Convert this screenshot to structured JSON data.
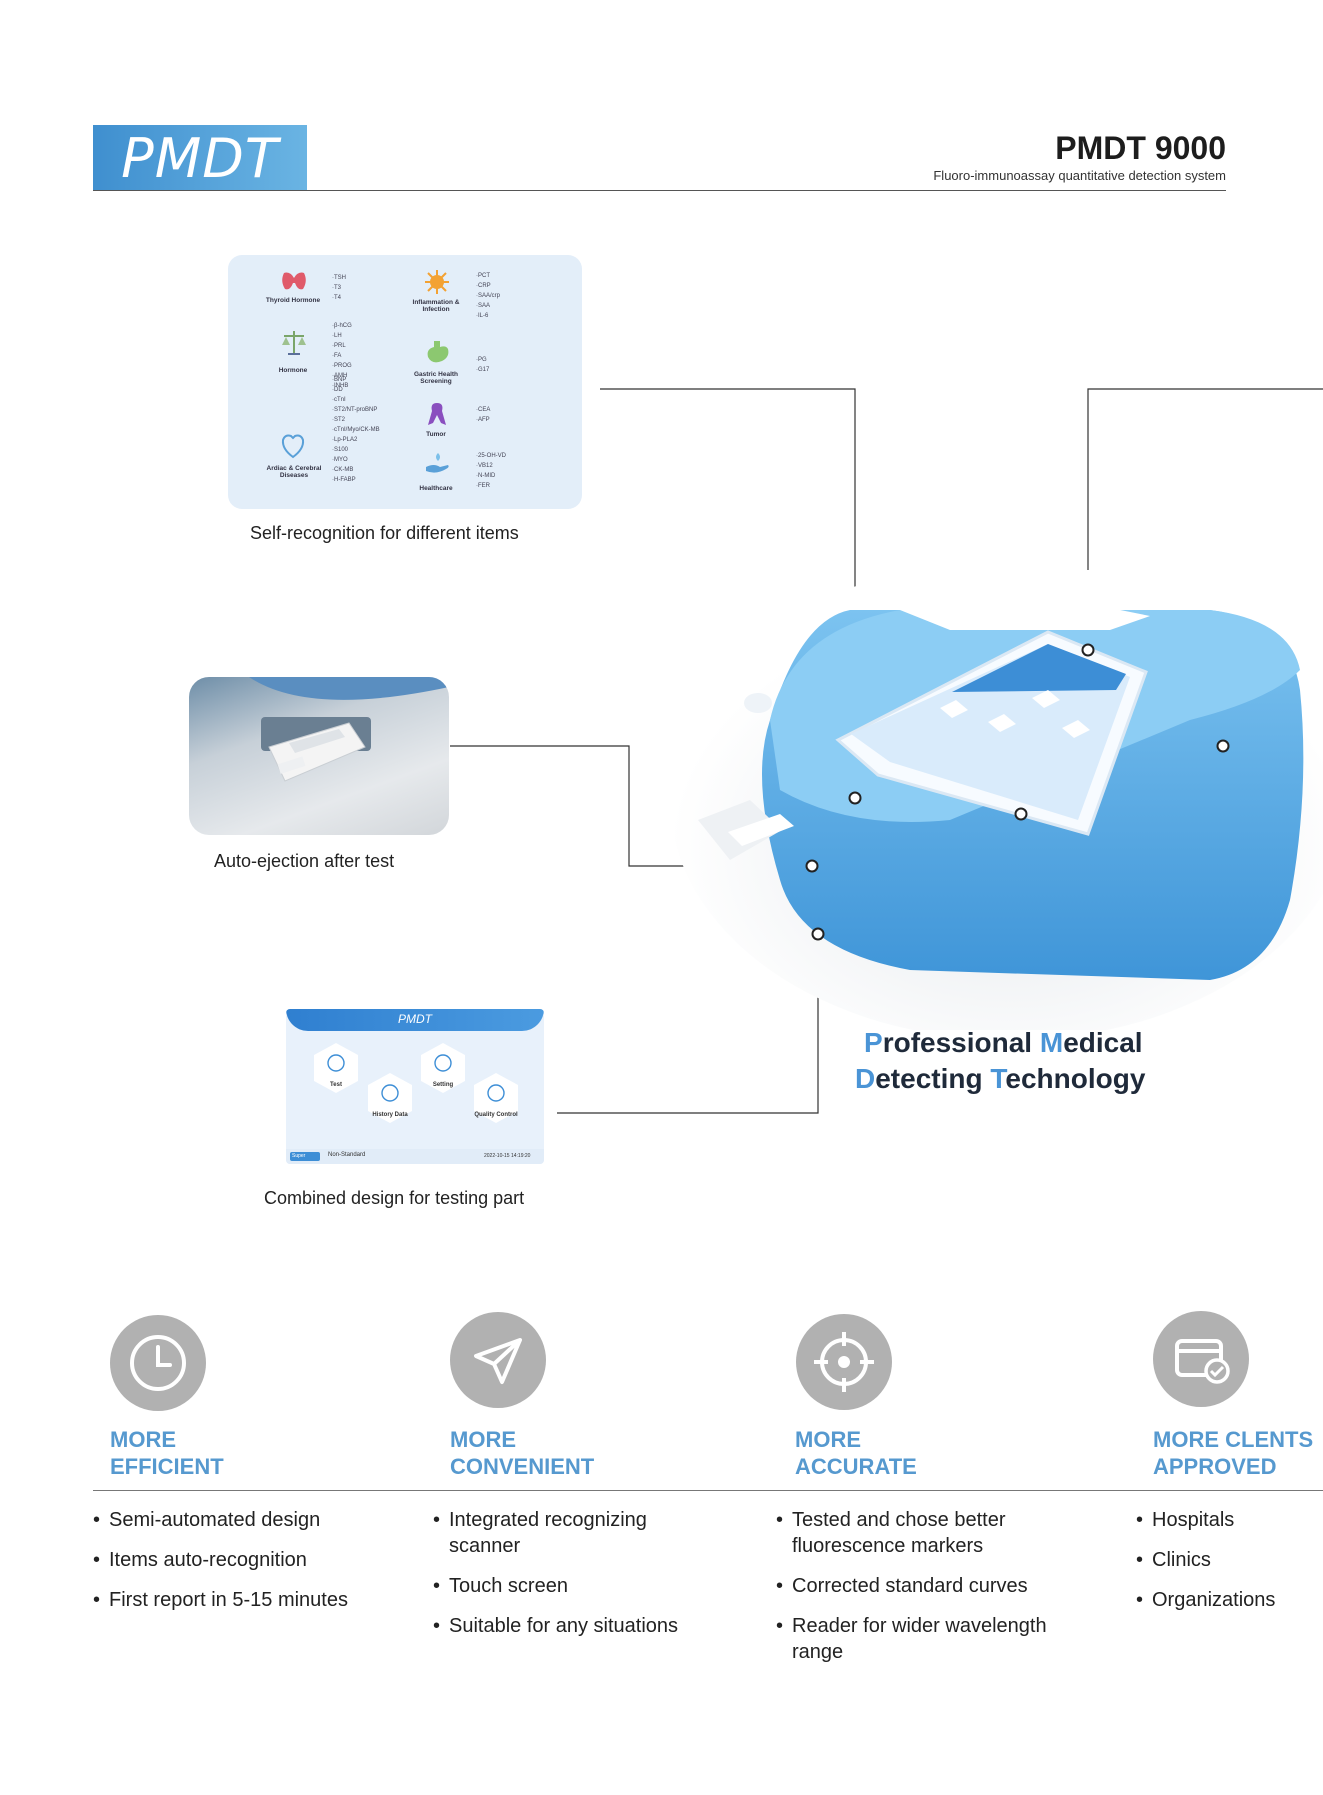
{
  "header": {
    "logo_text": "PMDT",
    "model": "PMDT 9000",
    "subtitle": "Fluoro-immunoassay quantitative detection system"
  },
  "items_card": {
    "groups": [
      {
        "name": "Thyroid Hormone",
        "items": "·TSH\n·T3\n·T4"
      },
      {
        "name": "Hormone",
        "items": "·β-hCG\n·LH\n·PRL\n·FA\n·PROG\n·AMH\n·INHB"
      },
      {
        "name": "Ardiac & Cerebral Diseases",
        "items": "·BNP\n·DD\n·cTnI\n·ST2/NT-proBNP\n·ST2\n·cTnI/Myo/CK-MB\n·Lp-PLA2\n·S100\n·MYO\n·CK-MB\n·H-FABP"
      },
      {
        "name": "Inflammation & Infection",
        "items": "·PCT\n·CRP\n·SAA/crp\n·SAA\n·IL-6"
      },
      {
        "name": "Gastric Health Screening",
        "items": "·PG\n·G17"
      },
      {
        "name": "Tumor",
        "items": "·CEA\n·AFP"
      },
      {
        "name": "Healthcare",
        "items": "·25-OH-VD\n·VB12\n·N-MID\n·FER"
      }
    ]
  },
  "captions": {
    "items": "Self-recognition for different items",
    "eject": "Auto-ejection after test",
    "screen": "Combined design for testing part"
  },
  "screen_card": {
    "title": "PMDT",
    "tiles": [
      "Test",
      "History Data",
      "Setting",
      "Quality Control"
    ],
    "status_user": "Super",
    "status_mode": "Non-Standard",
    "status_time": "2022-10-15 14:19:20"
  },
  "slogan": {
    "line1_a": "P",
    "line1_b": "rofessional ",
    "line1_c": "M",
    "line1_d": "edical",
    "line2_a": "D",
    "line2_b": "etecting ",
    "line2_c": "T",
    "line2_d": "echnology"
  },
  "features": [
    {
      "icon": "clock-icon",
      "title1": "MORE",
      "title2": "EFFICIENT",
      "items": [
        "Semi-automated design",
        "Items auto-recognition",
        "First report in 5-15 minutes"
      ]
    },
    {
      "icon": "send-icon",
      "title1": "MORE",
      "title2": "CONVENIENT",
      "items": [
        "Integrated recognizing scanner",
        "Touch screen",
        "Suitable for any situations"
      ]
    },
    {
      "icon": "crosshair-icon",
      "title1": "MORE",
      "title2": "ACCURATE",
      "items": [
        "Tested and chose better fluorescence markers",
        "Corrected standard curves",
        "Reader for wider wavelength range"
      ]
    },
    {
      "icon": "card-check-icon",
      "title1": "MORE CLENTS",
      "title2": "APPROVED",
      "items": [
        "Hospitals",
        "Clinics",
        "Organizations"
      ]
    }
  ],
  "colors": {
    "accent": "#4a94d6",
    "device_blue": "#5aaee8",
    "feature_title": "#5699cf",
    "icon_gray": "#b1b1b1"
  }
}
